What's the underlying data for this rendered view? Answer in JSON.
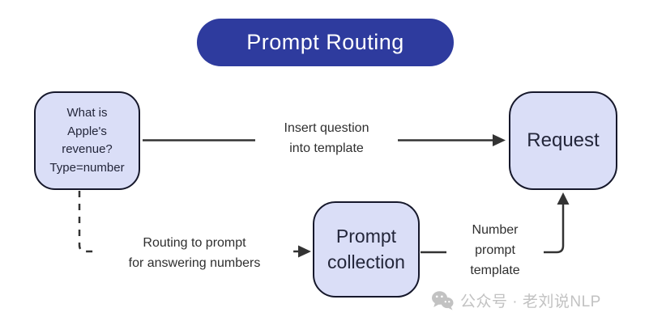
{
  "title": "Prompt Routing",
  "nodes": {
    "question": "What is\nApple's\nrevenue?\nType=number",
    "request": "Request",
    "prompt_collection": "Prompt\ncollection"
  },
  "edge_labels": {
    "insert_question": "Insert question\ninto template",
    "routing": "Routing to prompt\nfor answering numbers",
    "number_template": "Number\nprompt\ntemplate"
  },
  "watermark": {
    "icon": "wechat-icon",
    "text": "公众号 · 老刘说NLP"
  },
  "colors": {
    "title_bg": "#2e3b9e",
    "title_text": "#ffffff",
    "node_fill": "#dadef7",
    "node_border": "#16182b",
    "node_text": "#23263a",
    "edge_line": "#333333",
    "edge_label_text": "#2f2f2f",
    "watermark_text": "#c2c2c2",
    "background": "#ffffff"
  }
}
